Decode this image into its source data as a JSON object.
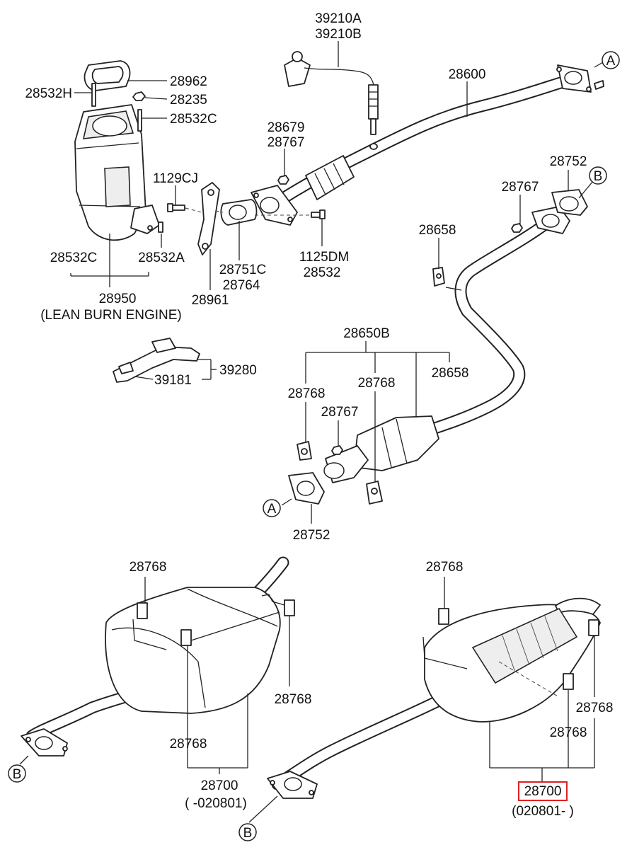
{
  "labels": {
    "p39210a": "39210A",
    "p39210b": "39210B",
    "p28600": "28600",
    "refA1": "A",
    "p28962": "28962",
    "p28235": "28235",
    "p28532h": "28532H",
    "p28532c_top": "28532C",
    "p28679": "28679",
    "p28767_top": "28767",
    "p1129cj": "1129CJ",
    "p28752_right": "28752",
    "refB1": "B",
    "p28767_right": "28767",
    "p28658_top": "28658",
    "p28532c_bottom": "28532C",
    "p28532a": "28532A",
    "p28751c": "28751C",
    "p28764": "28764",
    "p1125dm": "1125DM",
    "p28532": "28532",
    "p28950": "28950",
    "lean_burn": "(LEAN BURN ENGINE)",
    "p28961": "28961",
    "p28650b": "28650B",
    "p39280": "39280",
    "p39181": "39181",
    "p28658_mid": "28658",
    "p28768_midleft": "28768",
    "p28768_midcenter": "28768",
    "p28767_mid": "28767",
    "refA2": "A",
    "p28752_bottom": "28752",
    "p28768_lt": "28768",
    "p28768_lr": "28768",
    "p28768_lb": "28768",
    "p28700_left": "28700",
    "date_left": "( -020801)",
    "refB2": "B",
    "p28768_rt": "28768",
    "p28768_rr": "28768",
    "p28768_rb": "28768",
    "p28700_right": "28700",
    "date_right": "(020801- )",
    "refB3": "B"
  },
  "highlight": {
    "label": "28700",
    "color": "#e02020"
  }
}
